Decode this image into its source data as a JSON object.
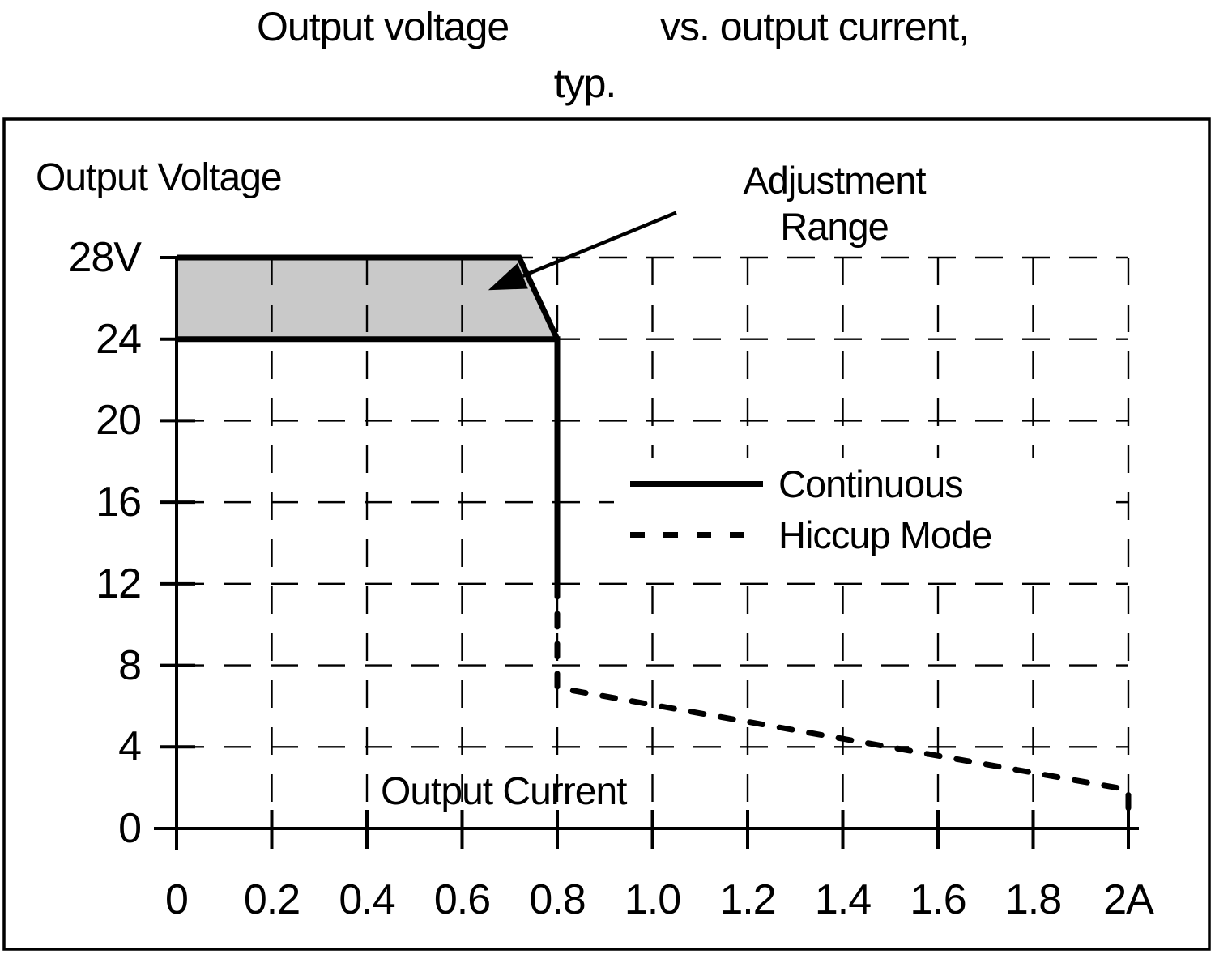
{
  "title": {
    "line1_left": "Output voltage",
    "line1_right": "vs. output current,",
    "line2": "typ."
  },
  "annotation": {
    "line1": "Adjustment",
    "line2": "Range"
  },
  "colors": {
    "ink": "#000000",
    "region_fill": "#c9c9c9",
    "background": "#ffffff"
  },
  "chart_data": {
    "type": "line",
    "title": "Output voltage vs. output current, typ.",
    "xlabel": "Output Current",
    "ylabel": "Output Voltage",
    "x_unit": "A",
    "y_unit": "V",
    "xlim": [
      0,
      2
    ],
    "ylim": [
      0,
      28
    ],
    "grid": "dashed",
    "legend_position": "middle-right",
    "x_ticks": [
      {
        "value": 0,
        "label": "0"
      },
      {
        "value": 0.2,
        "label": "0.2"
      },
      {
        "value": 0.4,
        "label": "0.4"
      },
      {
        "value": 0.6,
        "label": "0.6"
      },
      {
        "value": 0.8,
        "label": "0.8"
      },
      {
        "value": 1.0,
        "label": "1.0"
      },
      {
        "value": 1.2,
        "label": "1.2"
      },
      {
        "value": 1.4,
        "label": "1.4"
      },
      {
        "value": 1.6,
        "label": "1.6"
      },
      {
        "value": 1.8,
        "label": "1.8"
      },
      {
        "value": 2.0,
        "label": "2A"
      }
    ],
    "y_ticks": [
      {
        "value": 28,
        "label": "28V"
      },
      {
        "value": 24,
        "label": "24"
      },
      {
        "value": 20,
        "label": "20"
      },
      {
        "value": 16,
        "label": "16"
      },
      {
        "value": 12,
        "label": "12"
      },
      {
        "value": 8,
        "label": "8"
      },
      {
        "value": 4,
        "label": "4"
      },
      {
        "value": 0,
        "label": "0"
      }
    ],
    "series": [
      {
        "name": "Continuous",
        "style": "solid",
        "points": [
          [
            0,
            24
          ],
          [
            0.8,
            24
          ],
          [
            0.8,
            12
          ]
        ]
      },
      {
        "name": "Hiccup Mode",
        "style": "dashed",
        "points": [
          [
            0.8,
            12
          ],
          [
            0.8,
            6.9
          ],
          [
            2.0,
            1.9
          ],
          [
            2.0,
            0.2
          ]
        ]
      }
    ],
    "adjustment_region": {
      "label": "Adjustment Range",
      "fill": "#c9c9c9",
      "polygon": [
        [
          0,
          24
        ],
        [
          0,
          28
        ],
        [
          0.72,
          28
        ],
        [
          0.8,
          24
        ]
      ]
    },
    "annotation_arrow": {
      "from": [
        1.05,
        30.2
      ],
      "to": [
        0.655,
        26.4
      ]
    }
  }
}
